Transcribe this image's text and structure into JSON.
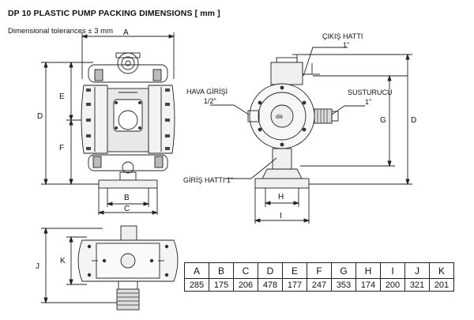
{
  "title": "DP 10 PLASTIC PUMP PACKING DIMENSIONS [ mm ]",
  "subtitle": "Dimensional tolerances ± 3 mm",
  "labels": {
    "outlet_name": "ÇIKIŞ HATTI",
    "outlet_size": "1\"",
    "air_name": "HAVA GİRİŞİ",
    "air_size": "1/2\"",
    "muffler_name": "SUSTURUCU",
    "muffler_size": "1\"",
    "inlet": "GİRİŞ HATTI 1\""
  },
  "dim_letters": {
    "A": "A",
    "B": "B",
    "C": "C",
    "D": "D",
    "E": "E",
    "F": "F",
    "G": "G",
    "H": "H",
    "I": "I",
    "J": "J",
    "K": "K"
  },
  "table": {
    "headers": [
      "A",
      "B",
      "C",
      "D",
      "E",
      "F",
      "G",
      "H",
      "I",
      "J",
      "K"
    ],
    "values": [
      "285",
      "175",
      "206",
      "478",
      "177",
      "247",
      "353",
      "174",
      "200",
      "321",
      "201"
    ]
  }
}
